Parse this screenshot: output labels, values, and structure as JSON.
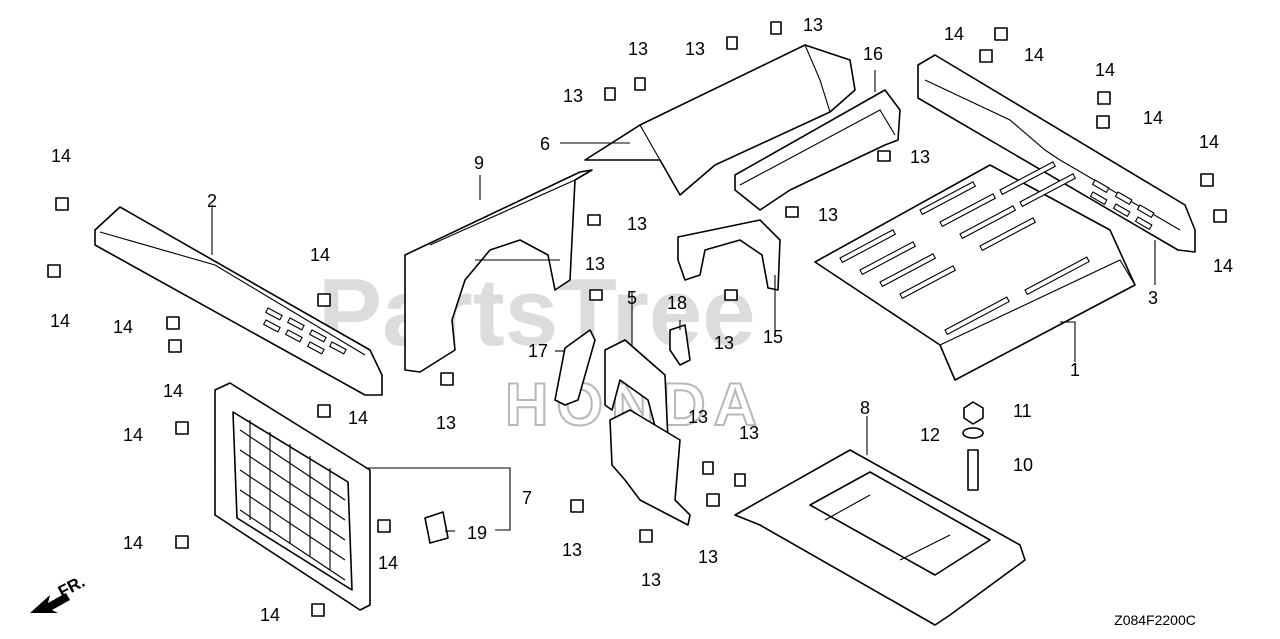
{
  "watermark": {
    "brand": "PartsTree",
    "maker": "HONDA"
  },
  "diagram_code": "Z084F2200C",
  "front_indicator": "FR.",
  "callouts": {
    "c1": "1",
    "c2": "2",
    "c3": "3",
    "c5": "5",
    "c6": "6",
    "c7": "7",
    "c8": "8",
    "c9": "9",
    "c10": "10",
    "c11": "11",
    "c12": "12",
    "c15": "15",
    "c16": "16",
    "c17": "17",
    "c18": "18",
    "c19": "19",
    "bolt13": "13",
    "bolt14": "14"
  }
}
